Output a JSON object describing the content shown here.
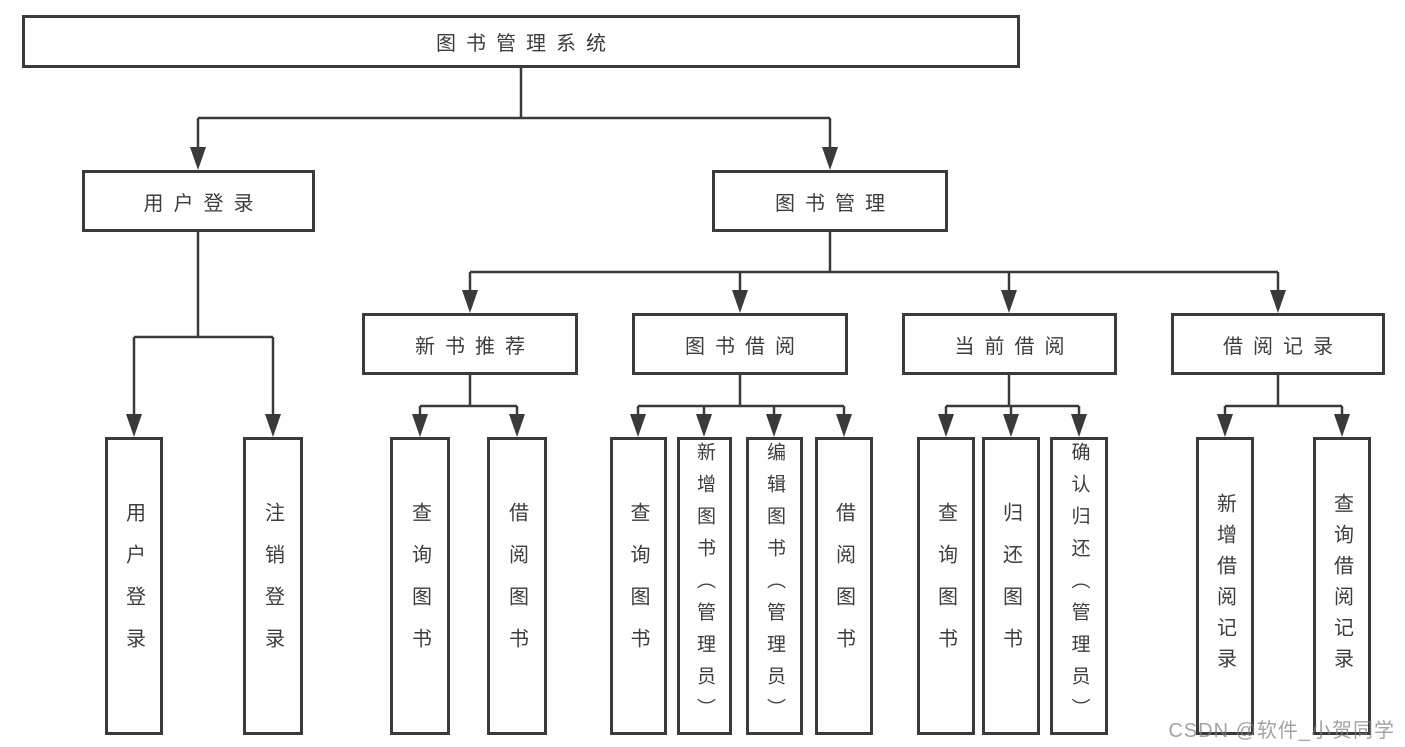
{
  "colors": {
    "line": "#3a3a3a",
    "text": "#3d3d3d",
    "background": "#ffffff",
    "watermark": "#9a9a9a"
  },
  "watermark": "CSDN @软件_小贺同学",
  "tree": {
    "root": {
      "label": "图书管理系统",
      "children": [
        {
          "label": "用户登录",
          "children": [
            {
              "label": "用户登录"
            },
            {
              "label": "注销登录"
            }
          ]
        },
        {
          "label": "图书管理",
          "children": [
            {
              "label": "新书推荐",
              "children": [
                {
                  "label": "查询图书"
                },
                {
                  "label": "借阅图书"
                }
              ]
            },
            {
              "label": "图书借阅",
              "children": [
                {
                  "label": "查询图书"
                },
                {
                  "label": "新增图书（管理员）"
                },
                {
                  "label": "编辑图书（管理员）"
                },
                {
                  "label": "借阅图书"
                }
              ]
            },
            {
              "label": "当前借阅",
              "children": [
                {
                  "label": "查询图书"
                },
                {
                  "label": "归还图书"
                },
                {
                  "label": "确认归还（管理员）"
                }
              ]
            },
            {
              "label": "借阅记录",
              "children": [
                {
                  "label": "新增借阅记录"
                },
                {
                  "label": "查询借阅记录"
                }
              ]
            }
          ]
        }
      ]
    }
  }
}
